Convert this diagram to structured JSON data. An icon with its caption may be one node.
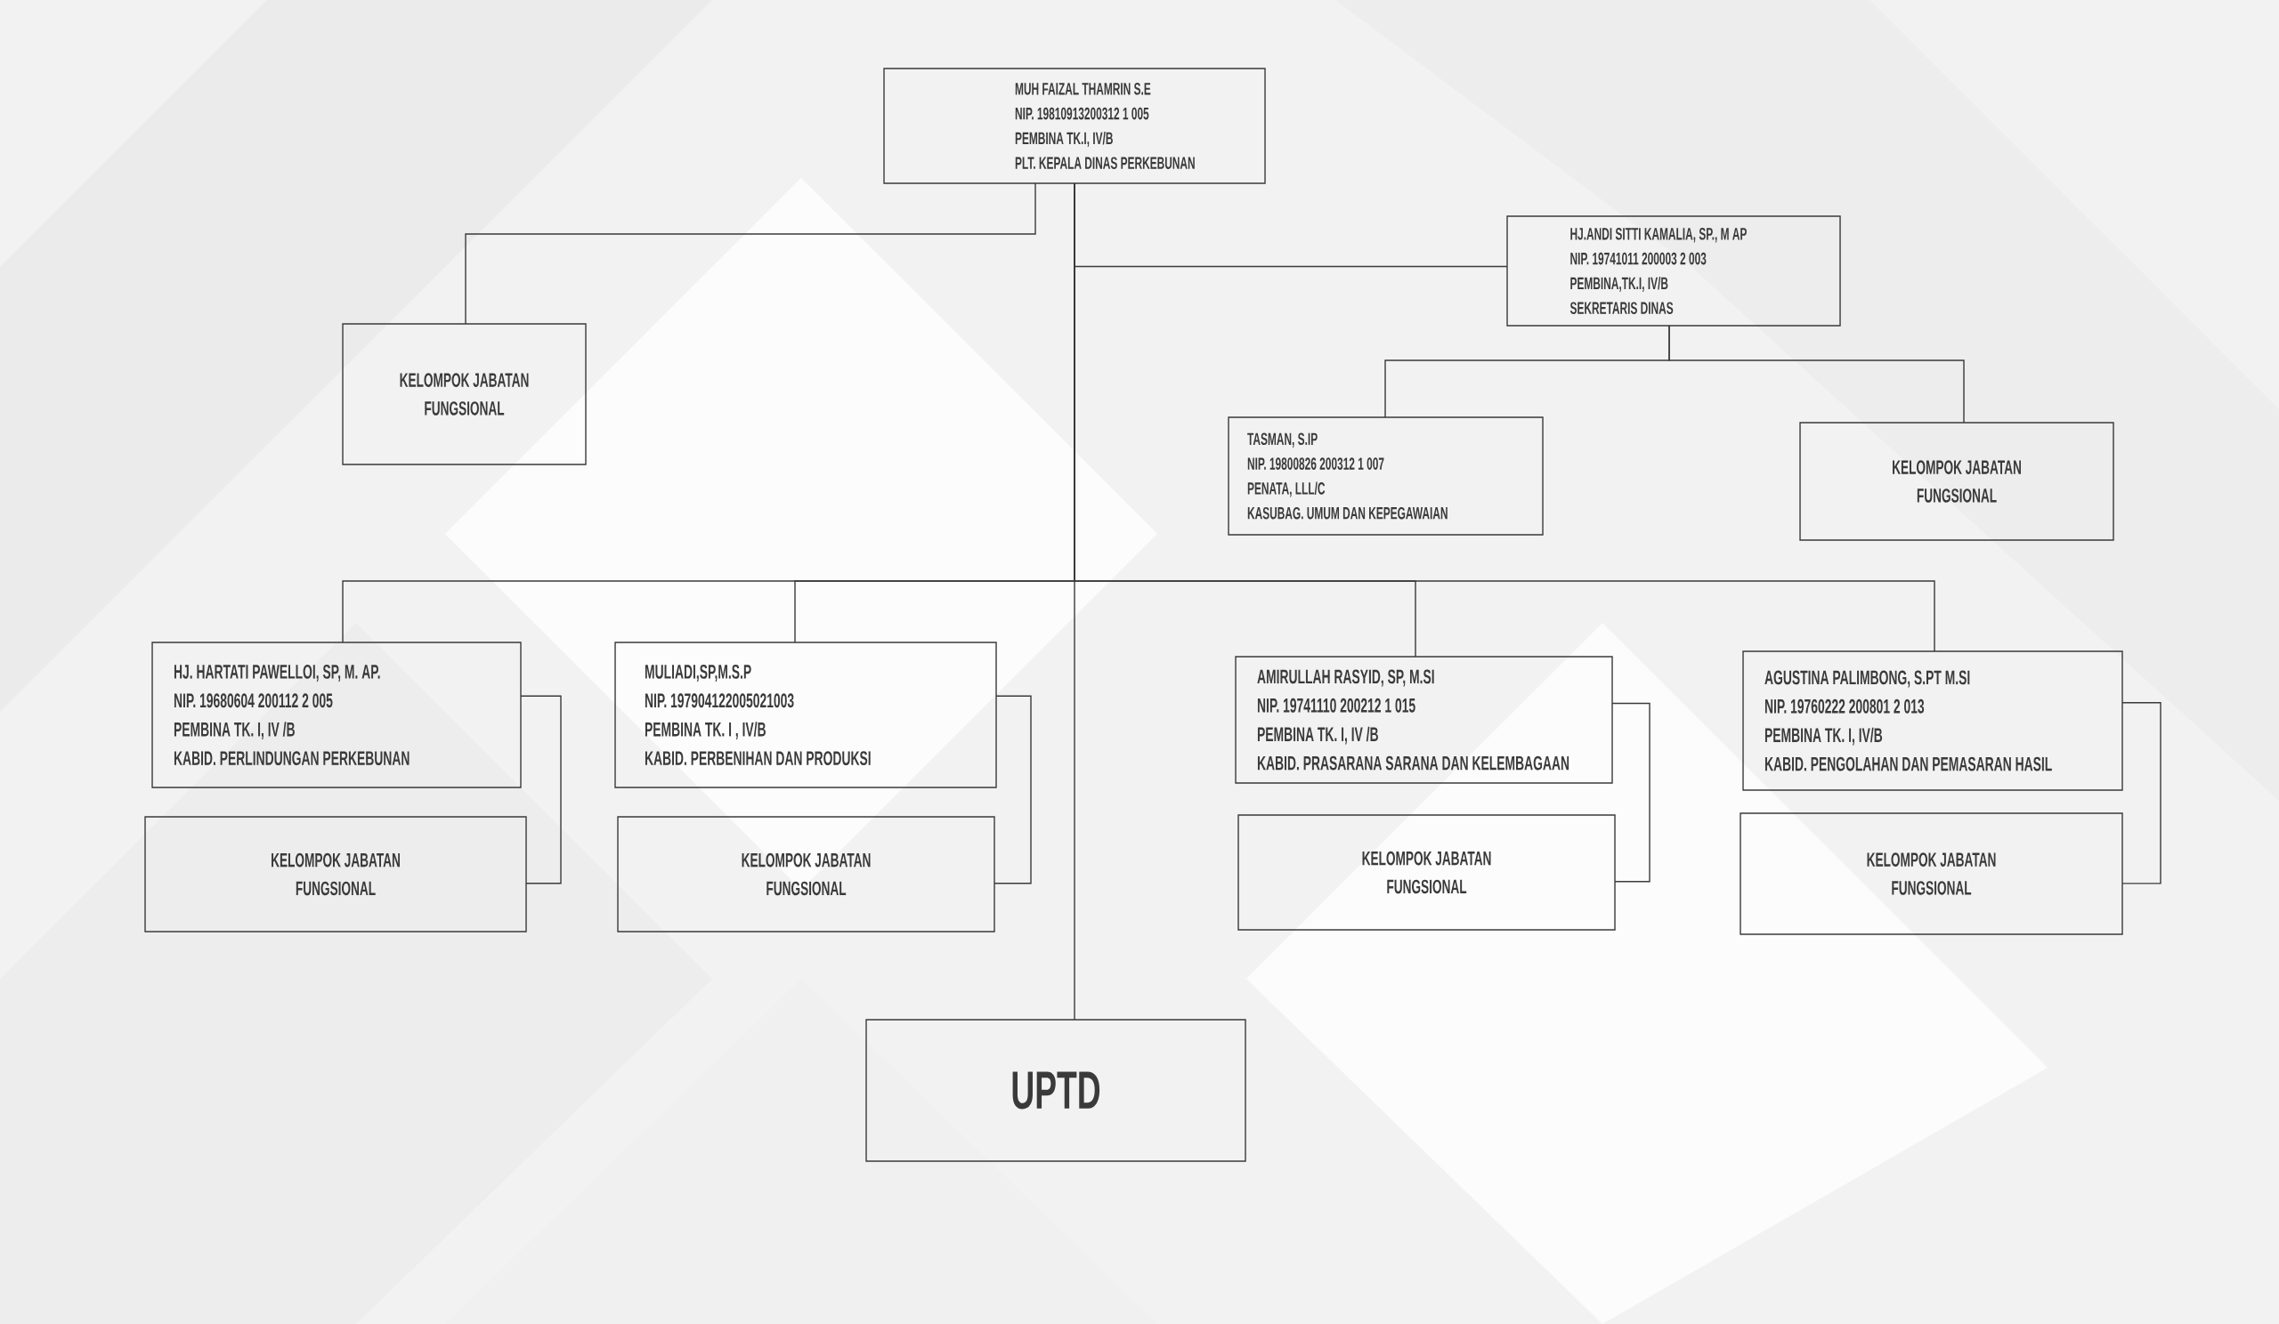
{
  "diagram": {
    "nodes": [
      {
        "text": [
          "MUH FAIZAL THAMRIN S.E",
          "NIP. 19810913200312 1 005",
          "PEMBINA TK.I, IV/B",
          "PLT. KEPALA DINAS PERKEBUNAN"
        ]
      },
      {
        "text": [
          "KELOMPOK JABATAN FUNGSIONAL"
        ]
      },
      {
        "text": [
          "HJ.ANDI SITTI KAMALIA, SP., M AP",
          "NIP. 19741011 200003 2 003",
          "PEMBINA,TK.I, IV/B",
          "SEKRETARIS DINAS"
        ]
      },
      {
        "text": [
          "TASMAN, S.IP",
          "NIP. 19800826 200312 1 007",
          "PENATA,  LLL/C",
          "KASUBAG. UMUM DAN KEPEGAWAIAN"
        ]
      },
      {
        "text": [
          "KELOMPOK JABATAN FUNGSIONAL"
        ]
      },
      {
        "text": [
          "HJ. HARTATI  PAWELLOI, SP, M. AP.",
          "NIP. 19680604 200112 2 005",
          "PEMBINA TK. I, IV /B",
          "KABID. PERLINDUNGAN PERKEBUNAN"
        ]
      },
      {
        "text": [
          "KELOMPOK JABATAN FUNGSIONAL"
        ]
      },
      {
        "text": [
          "MULIADI,SP,M.S.P",
          "NIP. 197904122005021003",
          "PEMBINA TK. I , IV/B",
          "KABID. PERBENIHAN DAN PRODUKSI"
        ]
      },
      {
        "text": [
          "KELOMPOK JABATAN FUNGSIONAL"
        ]
      },
      {
        "text": [
          "AMIRULLAH RASYID, SP, M.SI",
          "NIP. 19741110 200212 1 015",
          "PEMBINA TK. I, IV /B",
          "KABID.  PRASARANA SARANA DAN KELEMBAGAAN"
        ]
      },
      {
        "text": [
          "KELOMPOK JABATAN FUNGSIONAL"
        ]
      },
      {
        "text": [
          "AGUSTINA PALIMBONG, S.PT  M.SI",
          "NIP. 19760222 200801 2 013",
          "PEMBINA TK. I, IV/B",
          "KABID. PENGOLAHAN DAN PEMASARAN HASIL"
        ]
      },
      {
        "text": [
          "KELOMPOK JABATAN FUNGSIONAL"
        ]
      },
      {
        "text": [
          "UPTD"
        ]
      }
    ],
    "edges": [
      {
        "from": 0,
        "to": 1,
        "arrow": "none"
      },
      {
        "from": 0,
        "to": 2,
        "arrow": "none"
      },
      {
        "from": 2,
        "to": 3,
        "arrow": "none"
      },
      {
        "from": 2,
        "to": 4,
        "arrow": "none"
      },
      {
        "from": 0,
        "to": 5,
        "arrow": "none"
      },
      {
        "from": 0,
        "to": 7,
        "arrow": "none"
      },
      {
        "from": 0,
        "to": 9,
        "arrow": "none"
      },
      {
        "from": 0,
        "to": 11,
        "arrow": "none"
      },
      {
        "from": 0,
        "to": 13,
        "arrow": "none"
      },
      {
        "from": 5,
        "to": 6,
        "arrow": "none"
      },
      {
        "from": 7,
        "to": 8,
        "arrow": "none"
      },
      {
        "from": 9,
        "to": 10,
        "arrow": "none"
      },
      {
        "from": 11,
        "to": 12,
        "arrow": "none"
      }
    ]
  }
}
